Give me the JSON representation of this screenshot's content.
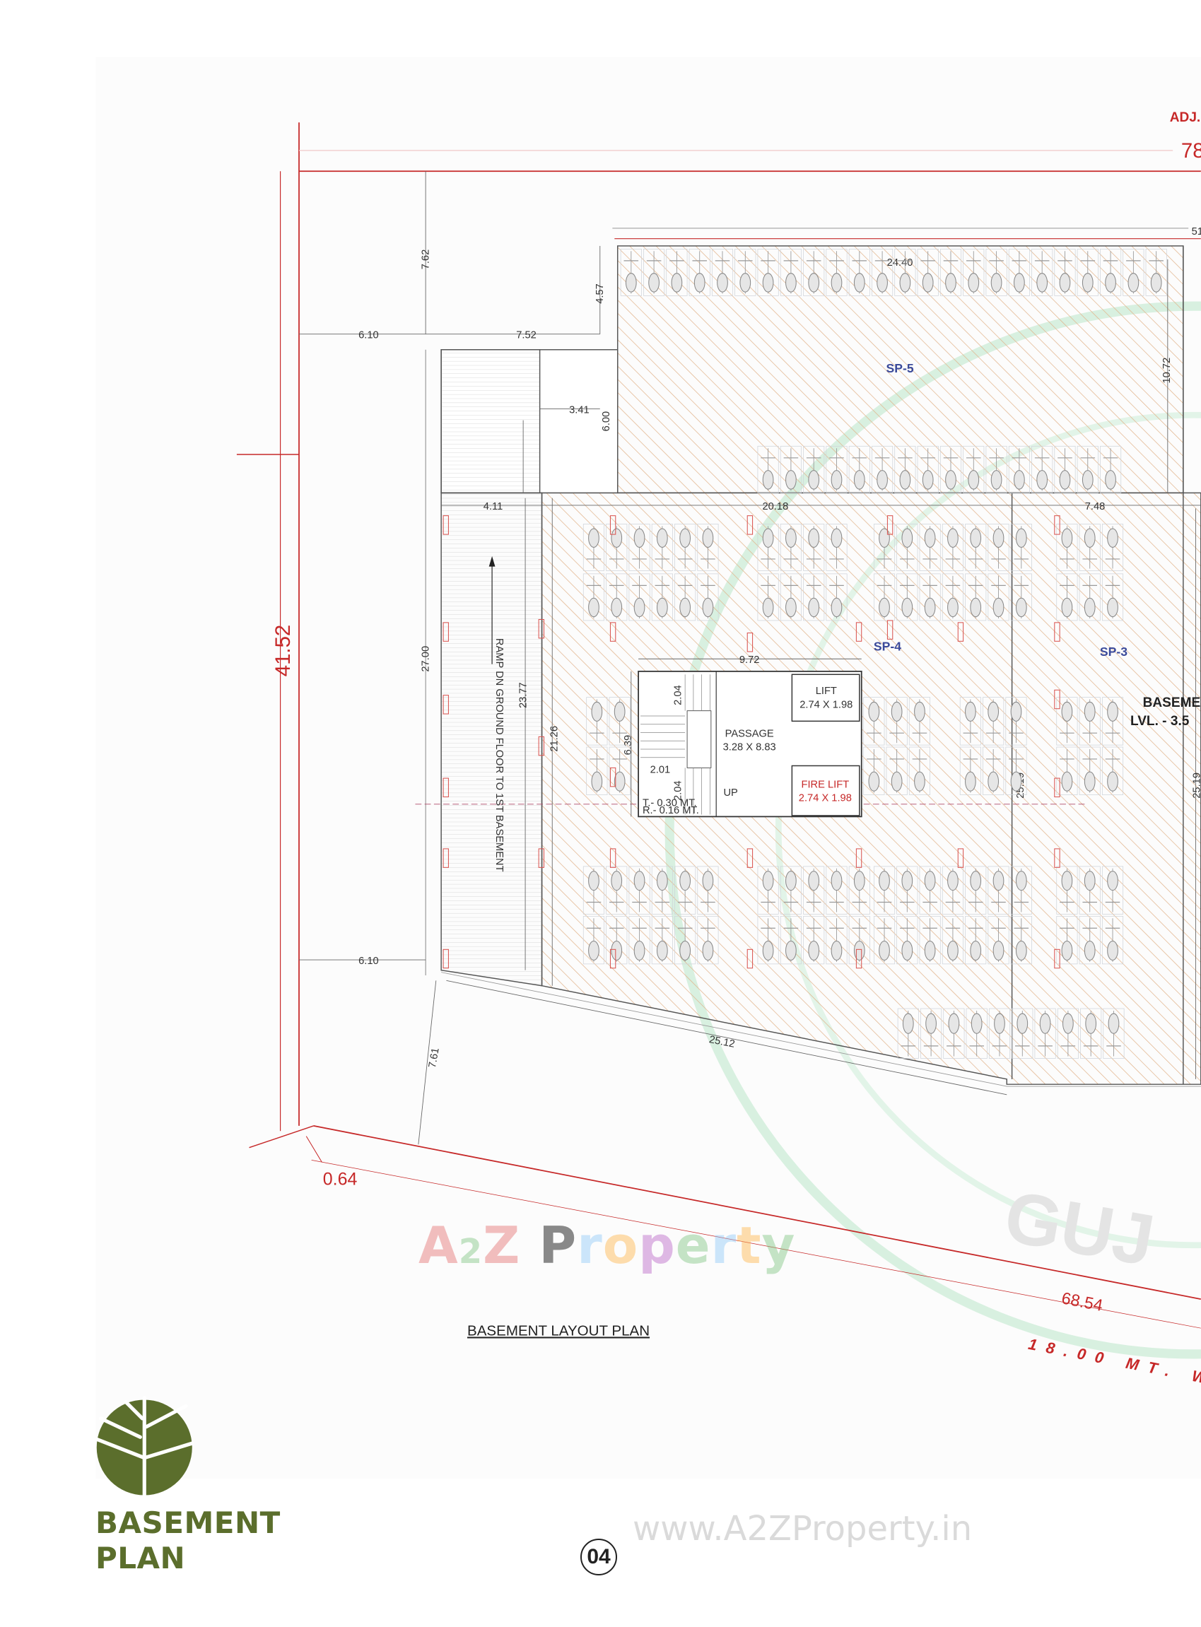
{
  "page": {
    "section_title_line1": "BASEMENT",
    "section_title_line2": "PLAN",
    "page_number": "04",
    "drawing_title": "BASEMENT LAYOUT PLAN"
  },
  "watermarks": {
    "brand_parts": [
      "A",
      "2",
      "Z",
      " P",
      "r",
      "o",
      "p",
      "e",
      "r",
      "t",
      "y"
    ],
    "brand_colors": [
      "#e57373",
      "#81c784",
      "#e57373",
      " ",
      "#90caf9",
      "#ffb74d",
      "#ba68c8",
      "#81c784",
      "#90caf9",
      "#ffb74d",
      "#81c784"
    ],
    "url": "www.A2ZProperty.in",
    "seal_lettering": "GUJ"
  },
  "plot": {
    "adjacent_label": "ADJ.",
    "top_length": "78",
    "left_length": "41.52",
    "bottom_length": "68.54",
    "corner_offset": "0.64",
    "road_label": "18.00 MT. W"
  },
  "dimensions": {
    "d_7_62": "7.62",
    "d_6_10_top": "6.10",
    "d_7_52": "7.52",
    "d_4_57": "4.57",
    "d_3_41": "3.41",
    "d_6_00": "6.00",
    "d_4_11": "4.11",
    "d_20_18": "20.18",
    "d_7_48": "7.48",
    "d_27_00": "27.00",
    "d_23_77": "23.77",
    "d_21_26": "21.26",
    "d_6_39": "6.39",
    "d_6_10_bottom": "6.10",
    "d_7_61": "7.61",
    "d_25_12": "25.12",
    "d_25_19_a": "25.19",
    "d_25_19_b": "25.19",
    "d_10_72": "10.72",
    "d_24_40": "24.40",
    "d_51": "51",
    "d_9_72": "9.72",
    "d_2_04_a": "2.04",
    "d_2_04_b": "2.04",
    "d_2_01": "2.01"
  },
  "labels": {
    "ramp": "RAMP DN  GROUND FLOOR TO 1ST BASEMENT",
    "sp5": "SP-5",
    "sp4": "SP-4",
    "sp3": "SP-3",
    "basement_name": "BASEME",
    "basement_level": "LVL. - 3.5",
    "passage": "PASSAGE",
    "passage_size": "3.28 X 8.83",
    "lift": "LIFT",
    "lift_size": "2.74 X 1.98",
    "fire_lift": "FIRE LIFT",
    "fire_lift_size": "2.74 X 1.98",
    "up": "UP",
    "stair_tread": "T.- 0.30 MT.",
    "stair_riser": "R.- 0.16 MT."
  },
  "colors": {
    "boundary_red": "#c62828",
    "hatch": "#e2b48c",
    "brand_green": "#5b6e2c",
    "seal_green": "#d8f0e0"
  }
}
